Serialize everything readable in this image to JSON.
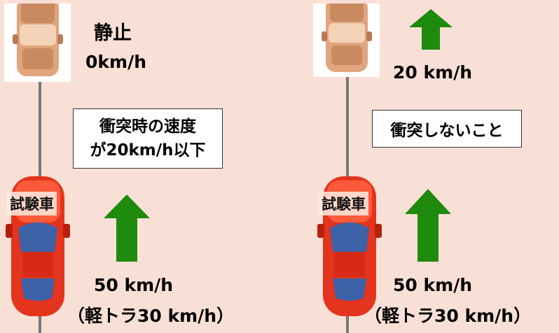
{
  "left_scenario": {
    "stationary_label": "静止",
    "stationary_speed": "0km/h",
    "condition_line1": "衝突時の速度",
    "condition_line2": "が20km/h以下",
    "test_vehicle_label": "試験車",
    "test_speed": "50 km/h",
    "test_speed_note": "（軽トラ30 km/h）"
  },
  "right_scenario": {
    "target_speed": "20 km/h",
    "condition": "衝突しないこと",
    "test_vehicle_label": "試験車",
    "test_speed": "50 km/h",
    "test_speed_note": "（軽トラ30 km/h）"
  },
  "colors": {
    "background": "#f8e0d6",
    "arrow": "#1e8a0e",
    "test_car": "#e5341d",
    "target_car": "#e0a57c"
  },
  "icons": [
    "target-car-icon",
    "test-car-icon",
    "up-arrow-icon"
  ]
}
